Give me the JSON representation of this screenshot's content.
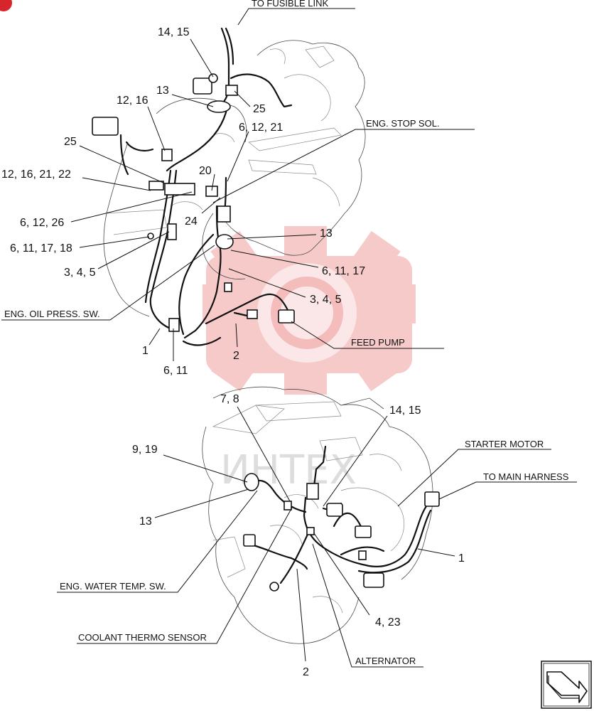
{
  "colors": {
    "watermark": "#f2a0a0",
    "line": "#111111",
    "corner_badge": "#d8252d"
  },
  "watermark": {
    "text": "ИНТЕХ"
  },
  "top_view": {
    "callouts": {
      "to_fusible_link": "TO FUSIBLE LINK",
      "eng_stop_sol": "ENG. STOP SOL.",
      "eng_oil_press_sw": "ENG. OIL PRESS. SW.",
      "feed_pump": "FEED PUMP",
      "c_14_15": "14, 15",
      "c_13_a": "13",
      "c_25_a": "25",
      "c_12_16": "12, 16",
      "c_6_12_21": "6, 12, 21",
      "c_25_b": "25",
      "c_12_16_21_22": "12, 16, 21, 22",
      "c_20": "20",
      "c_6_12_26": "6, 12, 26",
      "c_24": "24",
      "c_13_b": "13",
      "c_6_11_17_18": "6, 11, 17, 18",
      "c_6_11_17": "6, 11, 17",
      "c_3_4_5_a": "3, 4, 5",
      "c_3_4_5_b": "3, 4, 5",
      "c_1": "1",
      "c_2": "2",
      "c_6_11": "6, 11"
    }
  },
  "bottom_view": {
    "callouts": {
      "c_7_8": "7, 8",
      "c_14_15": "14, 15",
      "c_9_19": "9, 19",
      "c_13": "13",
      "starter_motor": "STARTER MOTOR",
      "to_main_harness": "TO MAIN HARNESS",
      "c_1": "1",
      "eng_water_temp_sw": "ENG. WATER TEMP. SW.",
      "c_4_23": "4, 23",
      "coolant_thermo_sensor": "COOLANT THERMO SENSOR",
      "alternator": "ALTERNATOR",
      "c_2": "2"
    }
  },
  "nav": {
    "icon": "next-page-arrow-icon"
  }
}
